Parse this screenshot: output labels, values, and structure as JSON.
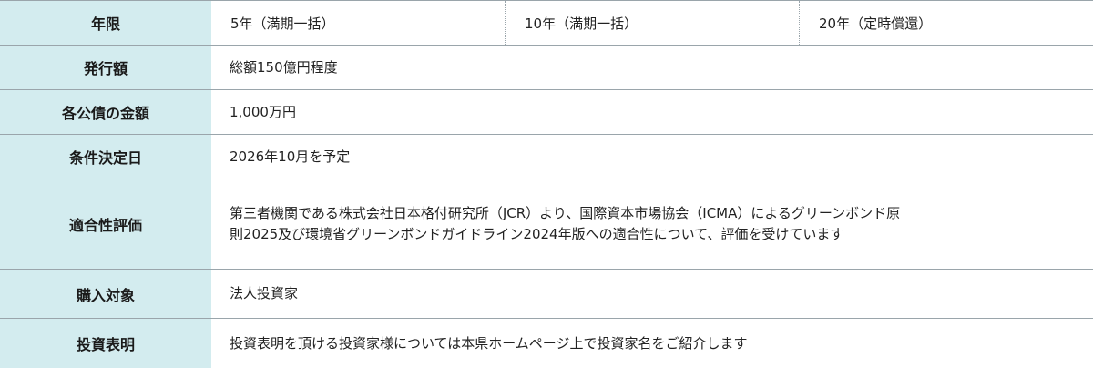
{
  "rows": {
    "term": {
      "label": "年限",
      "values": [
        "5年（満期一括）",
        "10年（満期一括）",
        "20年（定時償還）"
      ]
    },
    "issue_amount": {
      "label": "発行額",
      "value": "総額150億円程度"
    },
    "denomination": {
      "label": "各公債の金額",
      "value": "1,000万円"
    },
    "pricing_date": {
      "label": "条件決定日",
      "value": "2026年10月を予定"
    },
    "eligibility": {
      "label": "適合性評価",
      "line1": "第三者機関である株式会社日本格付研究所（JCR）より、国際資本市場協会（ICMA）によるグリーンボンド原",
      "line2": "則2025及び環境省グリーンボンドガイドライン2024年版への適合性について、評価を受けています"
    },
    "target_buyers": {
      "label": "購入対象",
      "value": "法人投資家"
    },
    "investment_statement": {
      "label": "投資表明",
      "value": "投資表明を頂ける投資家様については本県ホームページ上で投資家名をご紹介します"
    }
  }
}
